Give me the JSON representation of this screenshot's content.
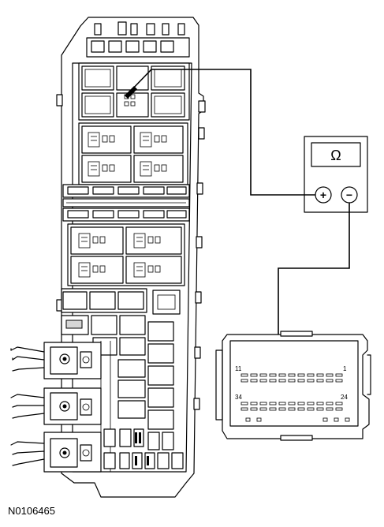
{
  "figure_id": "N0106465",
  "meter": {
    "display_symbol": "Ω",
    "positive_symbol": "+",
    "negative_symbol": "−"
  },
  "connector": {
    "pin_label_top_left": "11",
    "pin_label_top_right": "1",
    "pin_label_bottom_left": "34",
    "pin_label_bottom_right": "24"
  }
}
